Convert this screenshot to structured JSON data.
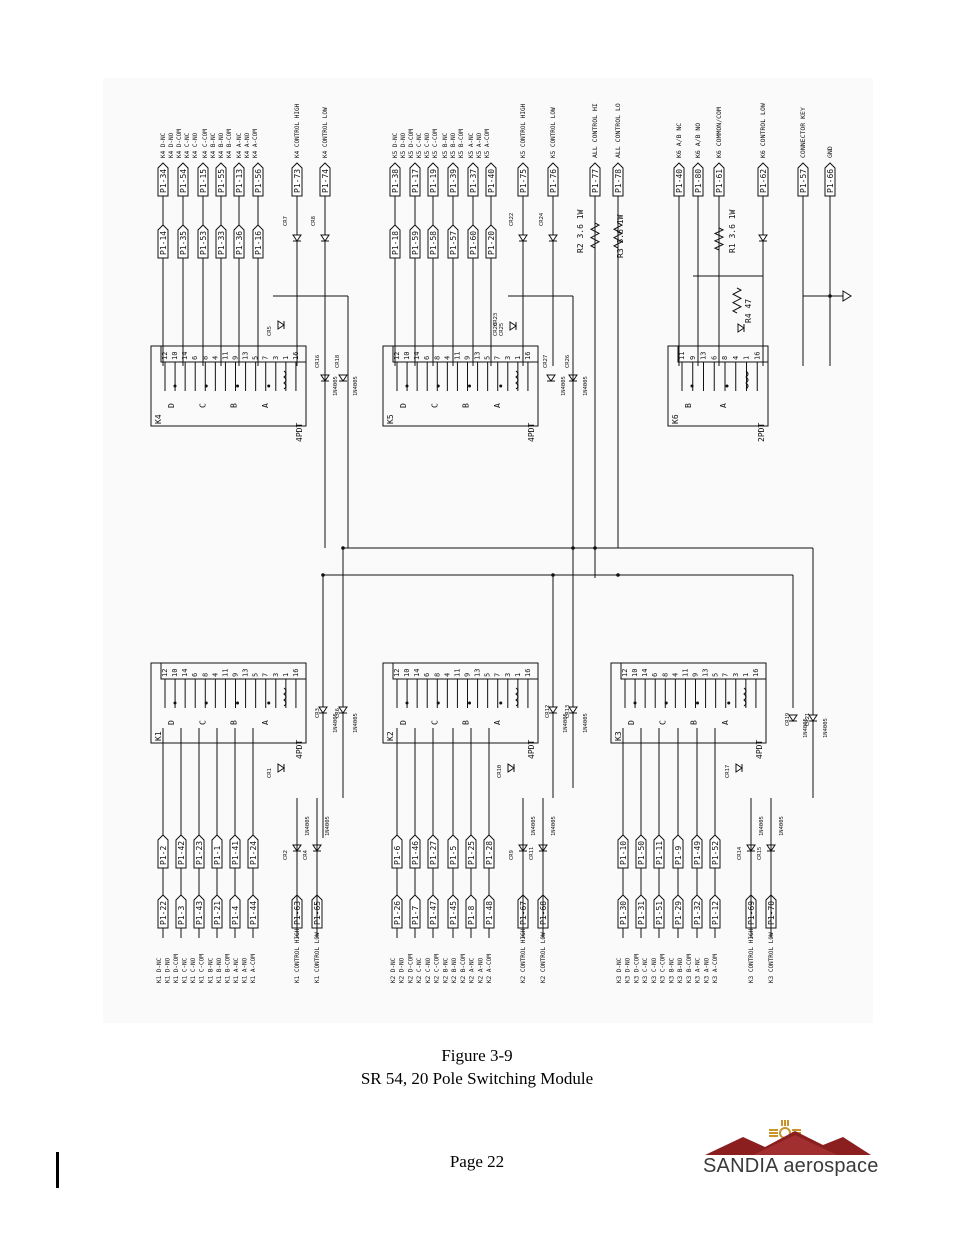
{
  "schematic": {
    "relays": [
      {
        "name": "K1",
        "type": "4PDT",
        "pins": [
          "12",
          "10",
          "14",
          "6",
          "8",
          "4",
          "11",
          "9",
          "13",
          "5",
          "7",
          "3",
          "1",
          "16"
        ],
        "poles": [
          "D",
          "C",
          "B",
          "A"
        ]
      },
      {
        "name": "K2",
        "type": "4PDT",
        "pins": [
          "12",
          "10",
          "14",
          "6",
          "8",
          "4",
          "11",
          "9",
          "13",
          "5",
          "7",
          "3",
          "1",
          "16"
        ],
        "poles": [
          "D",
          "C",
          "B",
          "A"
        ]
      },
      {
        "name": "K3",
        "type": "4PDT",
        "pins": [
          "12",
          "10",
          "14",
          "6",
          "8",
          "4",
          "11",
          "9",
          "13",
          "5",
          "7",
          "3",
          "1",
          "16"
        ],
        "poles": [
          "D",
          "C",
          "B",
          "A"
        ]
      },
      {
        "name": "K4",
        "type": "4PDT",
        "pins": [
          "12",
          "10",
          "14",
          "6",
          "8",
          "4",
          "11",
          "9",
          "13",
          "5",
          "7",
          "3",
          "1",
          "16"
        ],
        "poles": [
          "D",
          "C",
          "B",
          "A"
        ]
      },
      {
        "name": "K5",
        "type": "4PDT",
        "pins": [
          "12",
          "10",
          "14",
          "6",
          "8",
          "4",
          "11",
          "9",
          "13",
          "5",
          "7",
          "3",
          "1",
          "16"
        ],
        "poles": [
          "D",
          "C",
          "B",
          "A"
        ]
      },
      {
        "name": "K6",
        "type": "2PDT",
        "pins": [
          "11",
          "9",
          "13",
          "6",
          "8",
          "4",
          "1",
          "16"
        ],
        "poles": [
          "B",
          "A"
        ]
      }
    ],
    "k1_connectors": [
      "P1-22",
      "P1-3",
      "P1-43",
      "P1-21",
      "P1-4",
      "P1-44",
      "P1-63",
      "P1-65"
    ],
    "k1_connectors_left": [
      "P1-2",
      "P1-42",
      "P1-23",
      "P1-1",
      "P1-41",
      "P1-24"
    ],
    "k1_signals": [
      "K1 D-NC",
      "K1 D-NO",
      "K1 D-COM",
      "K1 C-NC",
      "K1 C-NO",
      "K1 C-COM",
      "K1 B-NC",
      "K1 B-NO",
      "K1 B-COM",
      "K1 A-NC",
      "K1 A-NO",
      "K1 A-COM",
      "K1 CONTROL HIGH",
      "K1 CONTROL LOW"
    ],
    "k2_connectors": [
      "P1-26",
      "P1-7",
      "P1-47",
      "P1-45",
      "P1-8",
      "P1-48",
      "P1-67",
      "P1-68"
    ],
    "k2_connectors_left": [
      "P1-6",
      "P1-46",
      "P1-27",
      "P1-5",
      "P1-25",
      "P1-28"
    ],
    "k2_signals": [
      "K2 D-NC",
      "K2 D-NO",
      "K2 D-COM",
      "K2 C-NC",
      "K2 C-NO",
      "K2 C-COM",
      "K2 B-NC",
      "K2 B-NO",
      "K2 B-COM",
      "K2 A-NC",
      "K2 A-NO",
      "K2 A-COM",
      "K2 CONTROL HIGH",
      "K2 CONTROL LOW"
    ],
    "k3_connectors": [
      "P1-30",
      "P1-31",
      "P1-51",
      "P1-29",
      "P1-32",
      "P1-12",
      "P1-69",
      "P1-70"
    ],
    "k3_connectors_left": [
      "P1-10",
      "P1-50",
      "P1-11",
      "P1-9",
      "P1-49",
      "P1-52"
    ],
    "k3_signals": [
      "K3 D-NC",
      "K3 D-NO",
      "K3 D-COM",
      "K3 C-NC",
      "K3 C-NO",
      "K3 C-COM",
      "K3 B-NC",
      "K3 B-NO",
      "K3 B-COM",
      "K3 A-NC",
      "K3 A-NO",
      "K3 A-COM",
      "K3 CONTROL HIGH",
      "K3 CONTROL LOW"
    ],
    "k4_connectors": [
      "P1-34",
      "P1-54",
      "P1-15",
      "P1-55",
      "P1-13",
      "P1-56",
      "P1-73",
      "P1-74"
    ],
    "k4_connectors_lower": [
      "P1-14",
      "P1-35",
      "P1-53",
      "P1-33",
      "P1-36",
      "P1-16"
    ],
    "k4_signals": [
      "K4 D-NC",
      "K4 D-NO",
      "K4 D-COM",
      "K4 C-NC",
      "K4 C-NO",
      "K4 C-COM",
      "K4 B-NC",
      "K4 B-NO",
      "K4 B-COM",
      "K4 A-NC",
      "K4 A-NO",
      "K4 A-COM",
      "K4 CONTROL HIGH",
      "K4 CONTROL LOW"
    ],
    "k5_connectors": [
      "P1-38",
      "P1-17",
      "P1-19",
      "P1-39",
      "P1-37",
      "P1-40",
      "P1-75",
      "P1-76"
    ],
    "k5_connectors_lower": [
      "P1-18",
      "P1-59",
      "P1-58",
      "P1-57",
      "P1-60",
      "P1-20"
    ],
    "k5_signals": [
      "K5 D-NC",
      "K5 D-NO",
      "K5 D-COM",
      "K5 C-NC",
      "K5 C-NO",
      "K5 C-COM",
      "K5 B-NC",
      "K5 B-NO",
      "K5 B-COM",
      "K5 A-NC",
      "K5 A-NO",
      "K5 A-COM",
      "K5 CONTROL HIGH",
      "K5 CONTROL LOW"
    ],
    "all_control": {
      "connectors": [
        "P1-77",
        "P1-78"
      ],
      "signals": [
        "ALL CONTROL HI",
        "ALL CONTROL LO"
      ]
    },
    "k6_connectors": [
      "P1-40",
      "P1-80",
      "P1-61",
      "P1-62",
      "P1-57",
      "P1-66"
    ],
    "k6_signals": [
      "K6 A/B NC",
      "K6 A/B NO",
      "K6 COMMON/COM",
      "K6 CONTROL LOW",
      "CONNECTOR KEY",
      "GND"
    ],
    "diodes": [
      "CR1",
      "CR2",
      "CR3",
      "CR4",
      "CR5",
      "CR6",
      "CR7",
      "CR8",
      "CR9",
      "CR10",
      "CR11",
      "CR12",
      "CR13",
      "CR14",
      "CR15",
      "CR16",
      "CR17",
      "CR18",
      "CR19",
      "CR20",
      "CR21",
      "CR22",
      "CR23",
      "CR24",
      "CR25",
      "CR26",
      "CR27"
    ],
    "diode_part": "1N4005",
    "resistors": [
      {
        "name": "R1",
        "value": "3.6 1W"
      },
      {
        "name": "R2",
        "value": "3.6 1W"
      },
      {
        "name": "R3",
        "value": "3.6 1W"
      },
      {
        "name": "R4",
        "value": "47"
      }
    ]
  },
  "caption": {
    "figure_label": "Figure 3-9",
    "title": "SR 54,  20 Pole Switching Module"
  },
  "footer": {
    "page_number": "Page 22",
    "logo_text": "SANDIA aerospace",
    "logo_colors": {
      "mountain": "#8b1f1f",
      "sun": "#c8952a",
      "text": "#3a3a3a"
    }
  }
}
